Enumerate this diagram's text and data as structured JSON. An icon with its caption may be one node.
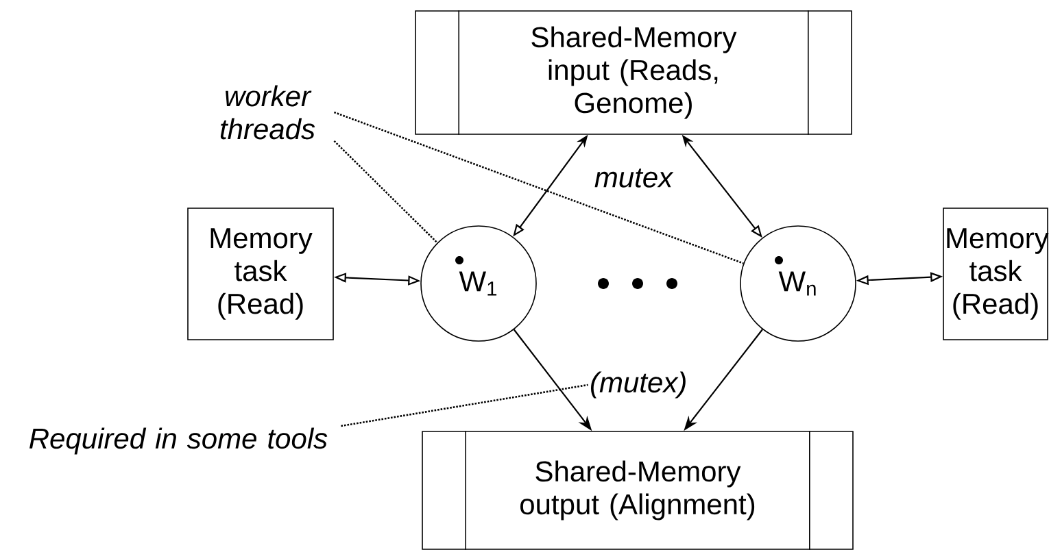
{
  "diagram": {
    "nodes": [
      {
        "text": [
          "Shared-Memory input (Reads, Genome)"
        ]
      },
      {
        "text": [
          "Memory task (Read)"
        ]
      },
      {
        "text": [
          "W$_{1}$"
        ]
      },
      {
        "text": [
          "W$_{n}$"
        ]
      },
      {
        "text": [
          "Memory task (Read)"
        ]
      },
      {
        "text": [
          "Shared-Memory output (Alignment)"
        ]
      },
      {
        "text": [
          "worker threads"
        ]
      },
      {
        "text": [
          "Required in some tools"
        ]
      },
      {
        "text": [
          "(mutex)"
        ]
      }
    ],
    "edges": [
      {
        "from": 0,
        "to": 2,
        "arrow": "both"
      },
      {
        "from": 0,
        "to": 3,
        "arrow": "both"
      },
      {
        "from": 1,
        "to": 2,
        "arrow": "both"
      },
      {
        "from": 3,
        "to": 4,
        "arrow": "both"
      },
      {
        "from": 2,
        "to": 5,
        "arrow": "to"
      },
      {
        "from": 3,
        "to": 5,
        "arrow": "to"
      },
      {
        "from": 6,
        "to": 2,
        "arrow": "none",
        "style": "dashed"
      },
      {
        "from": 6,
        "to": 3,
        "arrow": "none",
        "style": "dashed"
      },
      {
        "from": 7,
        "to": 8,
        "arrow": "none",
        "style": "dashed"
      }
    ],
    "labels": [
      "mutex"
    ]
  }
}
